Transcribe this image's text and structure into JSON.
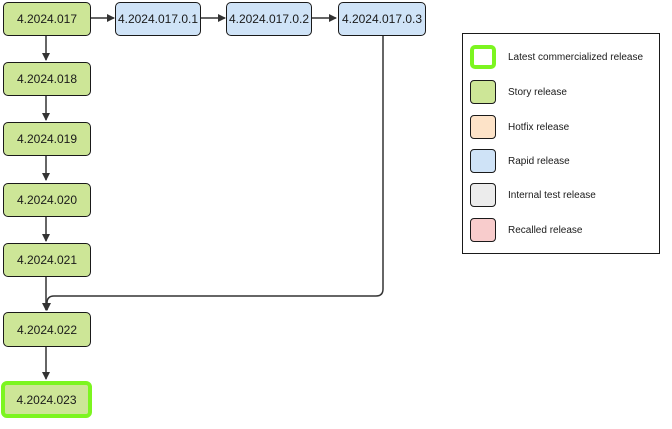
{
  "nodes": {
    "v017": "4.2024.017",
    "v017_0_1": "4.2024.017.0.1",
    "v017_0_2": "4.2024.017.0.2",
    "v017_0_3": "4.2024.017.0.3",
    "v018": "4.2024.018",
    "v019": "4.2024.019",
    "v020": "4.2024.020",
    "v021": "4.2024.021",
    "v022": "4.2024.022",
    "v023": "4.2024.023"
  },
  "legend": {
    "items": [
      {
        "label": "Latest commercialized release",
        "fill": "#ffffff",
        "border": "#7cf520"
      },
      {
        "label": "Story release",
        "fill": "#cde697",
        "border": "#1a1a1a"
      },
      {
        "label": "Hotfix release",
        "fill": "#fde3c8",
        "border": "#1a1a1a"
      },
      {
        "label": "Rapid release",
        "fill": "#cfe3f7",
        "border": "#1a1a1a"
      },
      {
        "label": "Internal test release",
        "fill": "#ececec",
        "border": "#1a1a1a"
      },
      {
        "label": "Recalled release",
        "fill": "#f8cccc",
        "border": "#1a1a1a"
      }
    ]
  },
  "colors": {
    "story": "#cde697",
    "rapid": "#cfe3f7",
    "hotfix": "#fde3c8",
    "internal_test": "#ececec",
    "recalled": "#f8cccc",
    "latest_border": "#7cf520",
    "edge": "#333333"
  }
}
